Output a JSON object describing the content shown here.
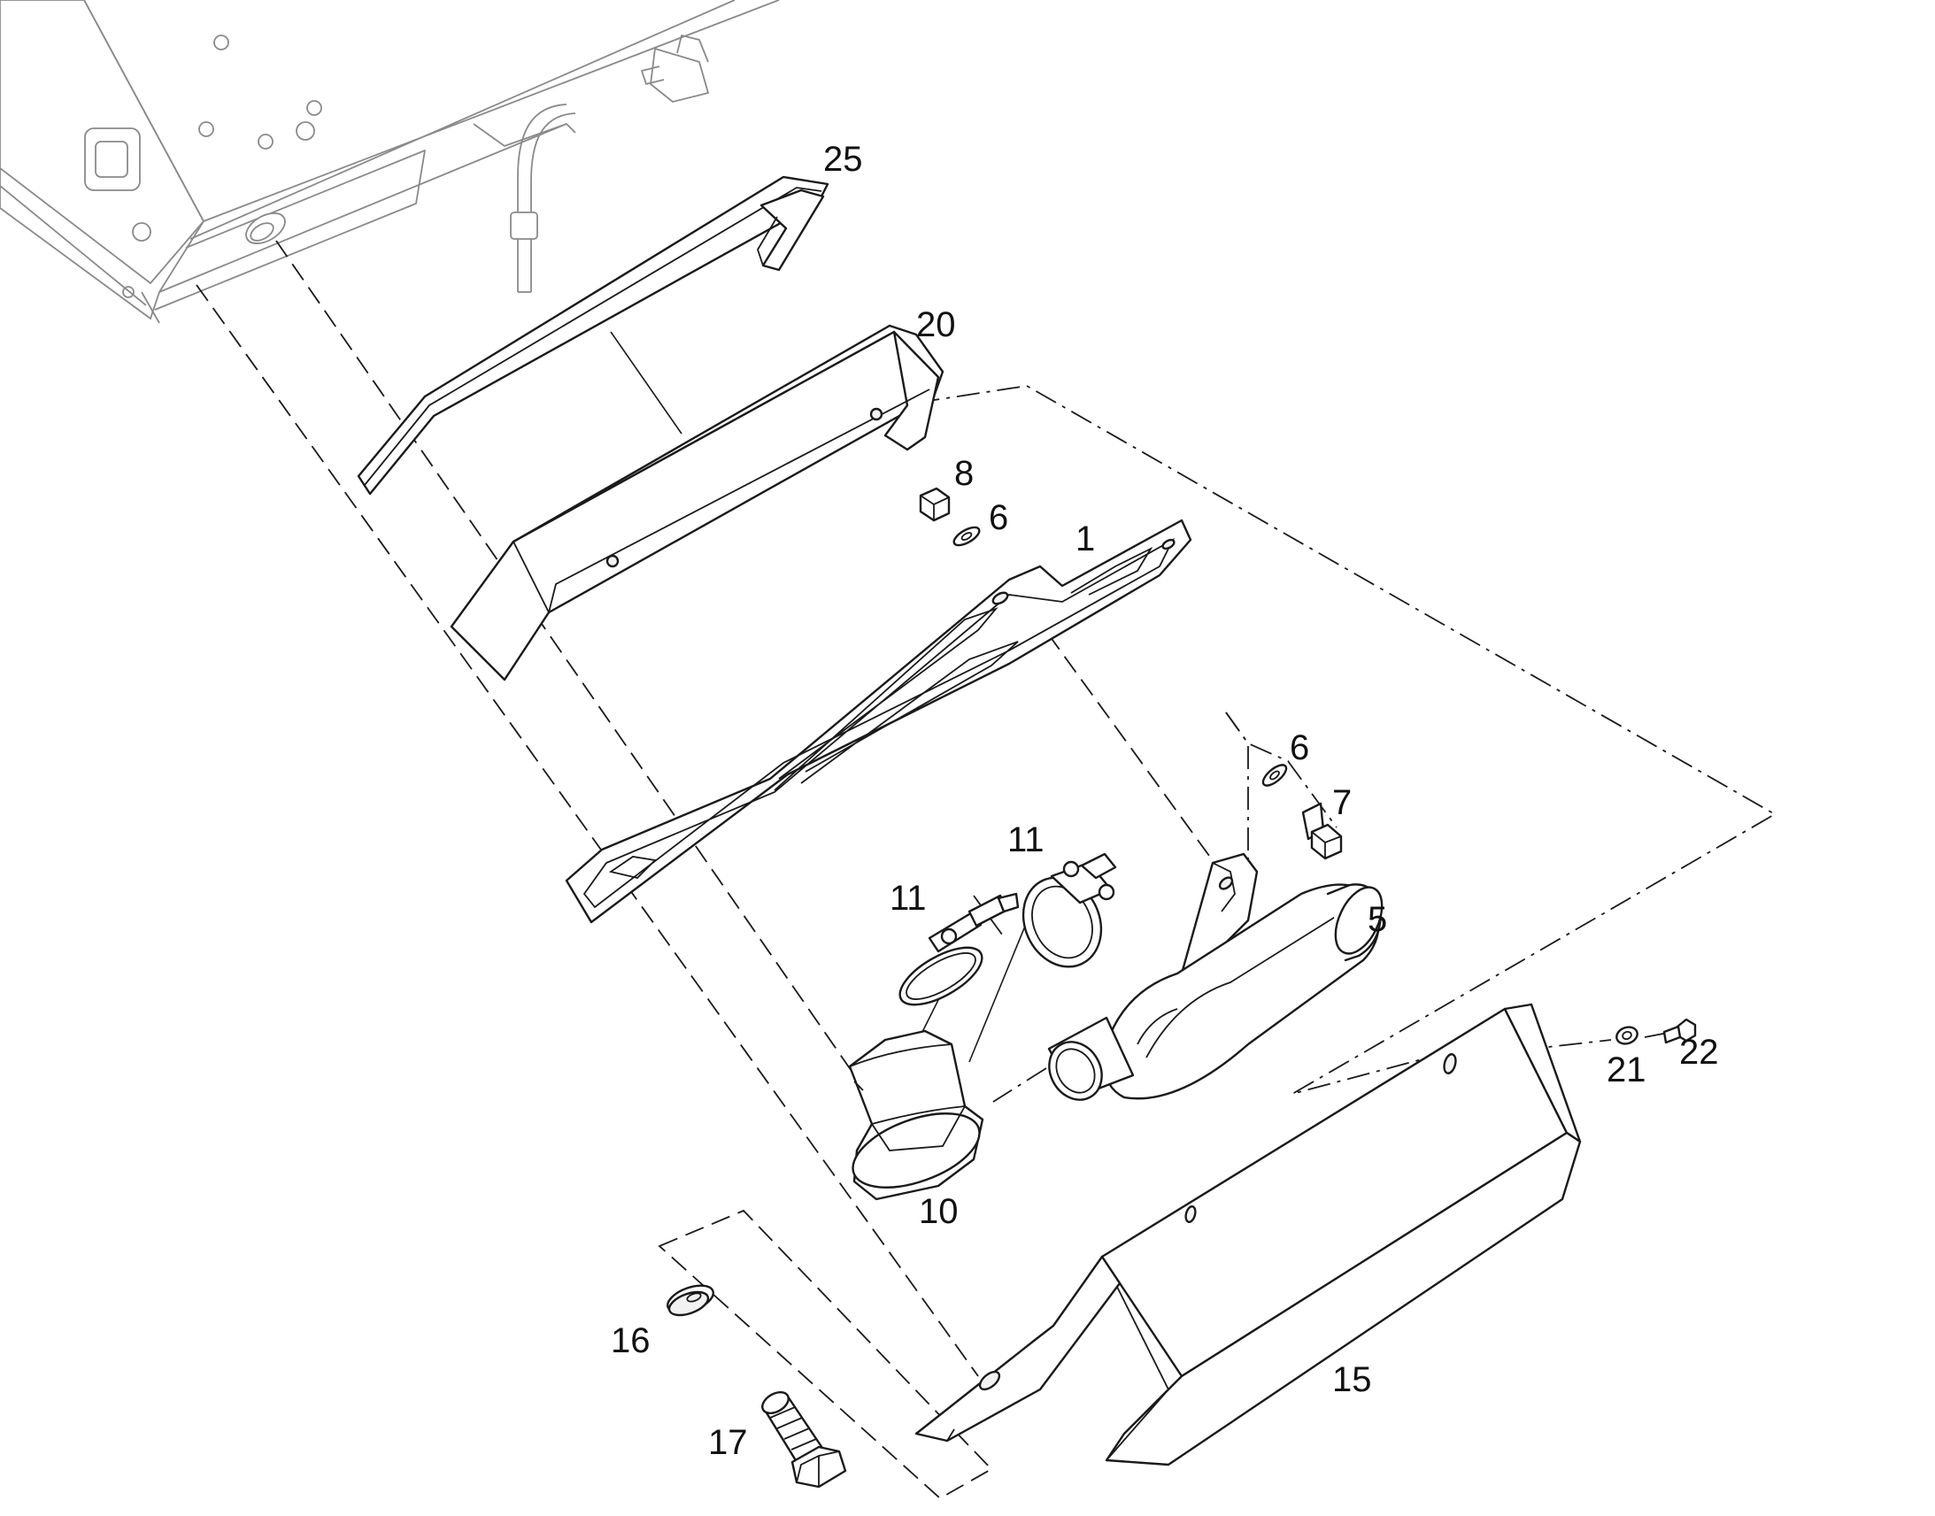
{
  "diagram": {
    "callouts": {
      "c25": "25",
      "c20": "20",
      "c8": "8",
      "c6a": "6",
      "c1": "1",
      "c6b": "6",
      "c7": "7",
      "c11a": "11",
      "c11b": "11",
      "c5": "5",
      "c21": "21",
      "c22": "22",
      "c10": "10",
      "c16": "16",
      "c17": "17",
      "c15": "15"
    }
  }
}
